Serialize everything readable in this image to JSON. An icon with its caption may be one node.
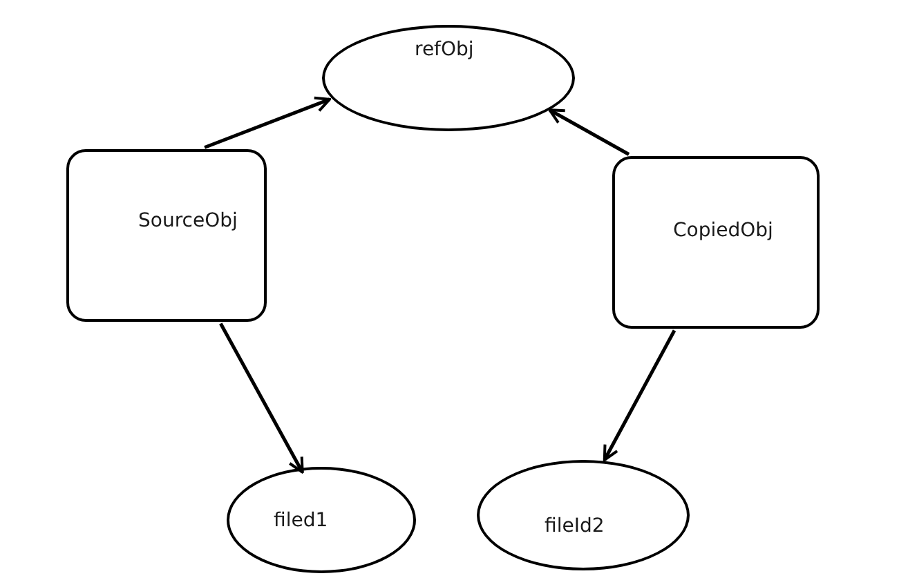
{
  "diagram": {
    "nodes": [
      {
        "text": [
          "refObj"
        ]
      },
      {
        "text": [
          "SourceObj"
        ]
      },
      {
        "text": [
          "CopiedObj"
        ]
      },
      {
        "text": [
          "filed1"
        ]
      },
      {
        "text": [
          "fileId2"
        ]
      }
    ],
    "edges": [
      {
        "from": 1,
        "to": 0,
        "arrow": "to"
      },
      {
        "from": 2,
        "to": 0,
        "arrow": "to"
      },
      {
        "from": 1,
        "to": 3,
        "arrow": "to"
      },
      {
        "from": 2,
        "to": 4,
        "arrow": "to"
      }
    ]
  }
}
